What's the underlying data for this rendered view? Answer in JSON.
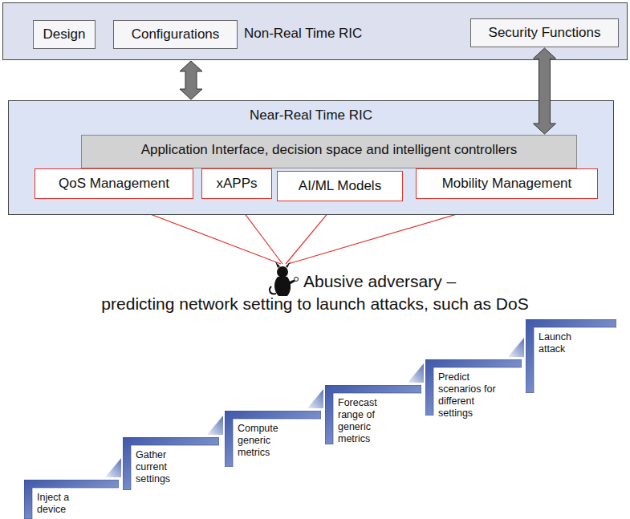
{
  "diagram": {
    "nodes": [
      {
        "text": [
          "Non-Real Time RIC"
        ]
      },
      {
        "text": [
          "Design"
        ],
        "in": 0
      },
      {
        "text": [
          "Configurations"
        ],
        "in": 0
      },
      {
        "text": [
          "Security Functions"
        ],
        "in": 0
      },
      {
        "text": [
          "Near-Real Time RIC"
        ]
      },
      {
        "text": [
          "Application Interface, decision space and intelligent controllers"
        ],
        "in": 4
      },
      {
        "text": [
          "QoS Management"
        ],
        "in": 4
      },
      {
        "text": [
          "xAPPs"
        ],
        "in": 4
      },
      {
        "text": [
          "AI/ML Models"
        ],
        "in": 4
      },
      {
        "text": [
          "Mobility Management"
        ],
        "in": 4
      },
      {
        "text": [
          "Inject a device"
        ]
      },
      {
        "text": [
          "Gather current settings"
        ]
      },
      {
        "text": [
          "Compute generic metrics"
        ]
      },
      {
        "text": [
          "Forecast range of generic metrics"
        ]
      },
      {
        "text": [
          "Predict scenarios for different settings"
        ]
      },
      {
        "text": [
          "Launch attack"
        ]
      }
    ],
    "edges": [
      {
        "from": 0,
        "to": 4,
        "arrow": "both"
      },
      {
        "from": 3,
        "to": 5,
        "arrow": "both"
      }
    ],
    "labels": [
      "Abusive adversary –",
      "predicting network setting to launch attacks, such as DoS"
    ]
  }
}
